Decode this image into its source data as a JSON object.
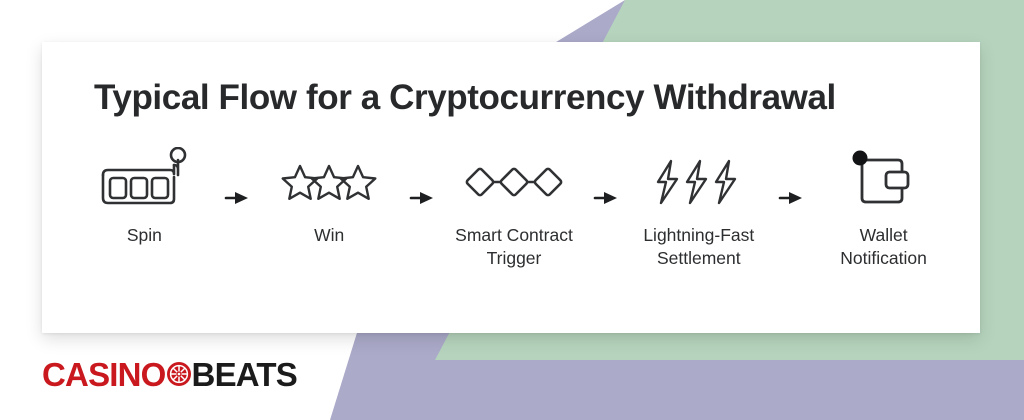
{
  "card": {
    "title": "Typical Flow for a Cryptocurrency Withdrawal"
  },
  "flow": {
    "steps": [
      {
        "icon": "slot-machine-icon",
        "label": "Spin"
      },
      {
        "icon": "three-stars-icon",
        "label": "Win"
      },
      {
        "icon": "blockchain-diamonds-icon",
        "label": "Smart Contract\nTrigger"
      },
      {
        "icon": "lightning-bolts-icon",
        "label": "Lightning-Fast\nSettlement"
      },
      {
        "icon": "wallet-notification-icon",
        "label": "Wallet\nNotification"
      }
    ],
    "arrow_icon": "arrow-right-icon"
  },
  "logo": {
    "part_one": "CASINO",
    "mark_icon": "roulette-wheel-icon",
    "part_two": "BEATS"
  },
  "colors": {
    "background": "#ffffff",
    "card": "#ffffff",
    "green_shape": "#b6d4bd",
    "purple_shape": "#abaac9",
    "title_text": "#27292b",
    "label_text": "#2c2e30",
    "icon_stroke": "#2f3133",
    "logo_red": "#c9191e",
    "logo_black": "#1b1b1b"
  }
}
